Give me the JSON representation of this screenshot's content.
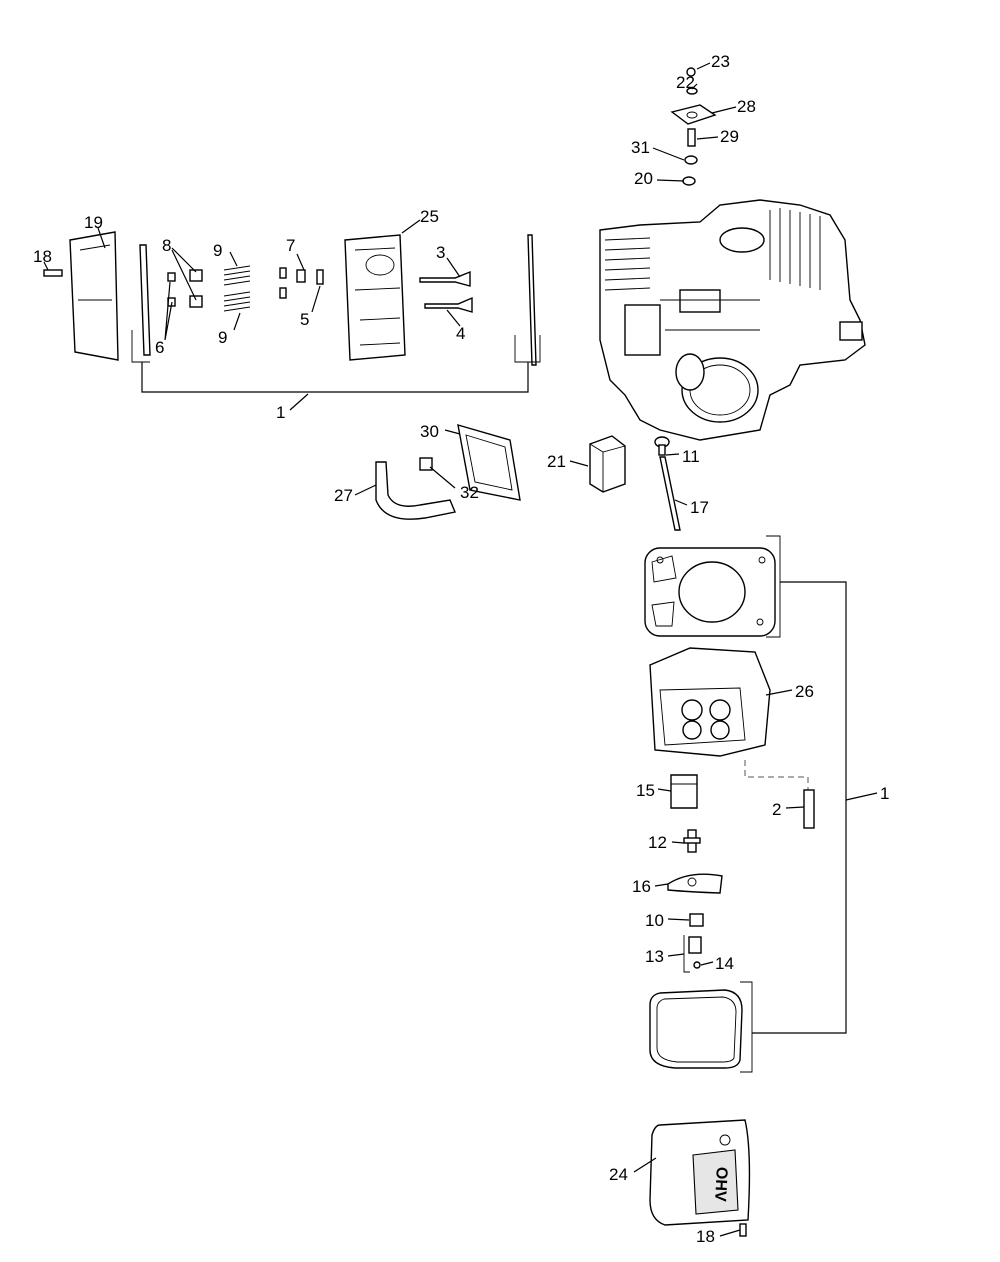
{
  "callouts": {
    "c1a": "1",
    "c1b": "1",
    "c2": "2",
    "c3": "3",
    "c4": "4",
    "c5": "5",
    "c6": "6",
    "c7": "7",
    "c8": "8",
    "c9a": "9",
    "c9b": "9",
    "c10": "10",
    "c11": "11",
    "c12": "12",
    "c13": "13",
    "c14": "14",
    "c15": "15",
    "c16": "16",
    "c17": "17",
    "c18a": "18",
    "c18b": "18",
    "c19": "19",
    "c20": "20",
    "c21": "21",
    "c22": "22",
    "c23": "23",
    "c24": "24",
    "c25": "25",
    "c26": "26",
    "c27": "27",
    "c28": "28",
    "c29": "29",
    "c30": "30",
    "c31": "31",
    "c32": "32"
  },
  "valve_cover_brand": "OHV"
}
